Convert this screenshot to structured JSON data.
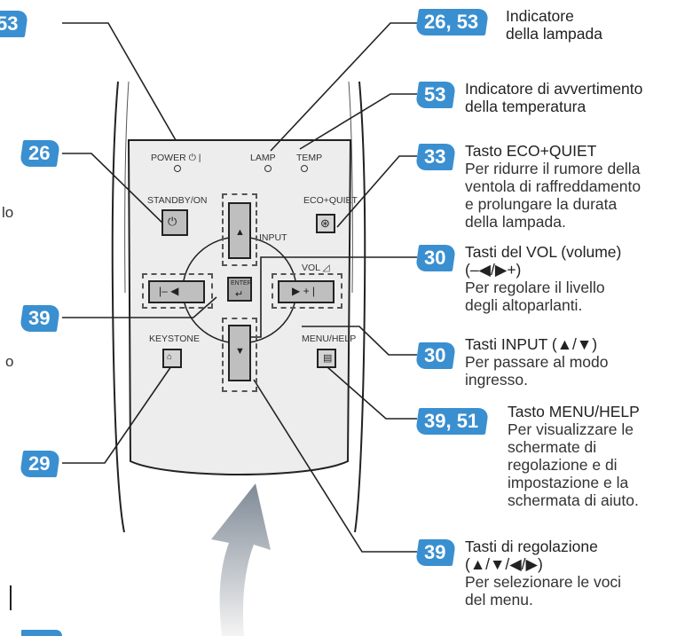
{
  "remote": {
    "indicators": {
      "power": "POWER ⏻ |",
      "lamp": "LAMP",
      "temp": "TEMP"
    },
    "buttons": {
      "standby": "STANDBY/ON",
      "eco": "ECO+QUIET",
      "input": "INPUT",
      "vol": "VOL ◿",
      "enter": "ENTER",
      "keystone": "KEYSTONE",
      "menu_help": "MENU/HELP"
    }
  },
  "left_callouts": {
    "c1": "53",
    "c2": "26",
    "c3": "39",
    "c4": "29",
    "text_o1": "lo",
    "text_o2": "o"
  },
  "callouts": [
    {
      "pages": "26, 53",
      "title": "Indicatore\ndella lampada",
      "desc": ""
    },
    {
      "pages": "53",
      "title": "Indicatore di avvertimento\ndella temperatura",
      "desc": ""
    },
    {
      "pages": "33",
      "title": "Tasto ECO+QUIET",
      "desc": "Per ridurre il rumore della\nventola di raffreddamento\ne prolungare la durata\ndella lampada."
    },
    {
      "pages": "30",
      "title": "Tasti del VOL (volume)\n(–◀/▶+)",
      "desc": "Per regolare il livello\ndegli altoparlanti."
    },
    {
      "pages": "30",
      "title": "Tasti INPUT (▲/▼)",
      "desc": "Per passare al modo\ningresso."
    },
    {
      "pages": "39, 51",
      "title": "Tasto MENU/HELP",
      "desc": "Per visualizzare le\nschermate di\nregolazione e di\nimpostazione e la\nschermata di aiuto."
    },
    {
      "pages": "39",
      "title": "Tasti di regolazione\n(▲/▼/◀/▶)",
      "desc": "Per selezionare le voci\ndel menu."
    }
  ]
}
